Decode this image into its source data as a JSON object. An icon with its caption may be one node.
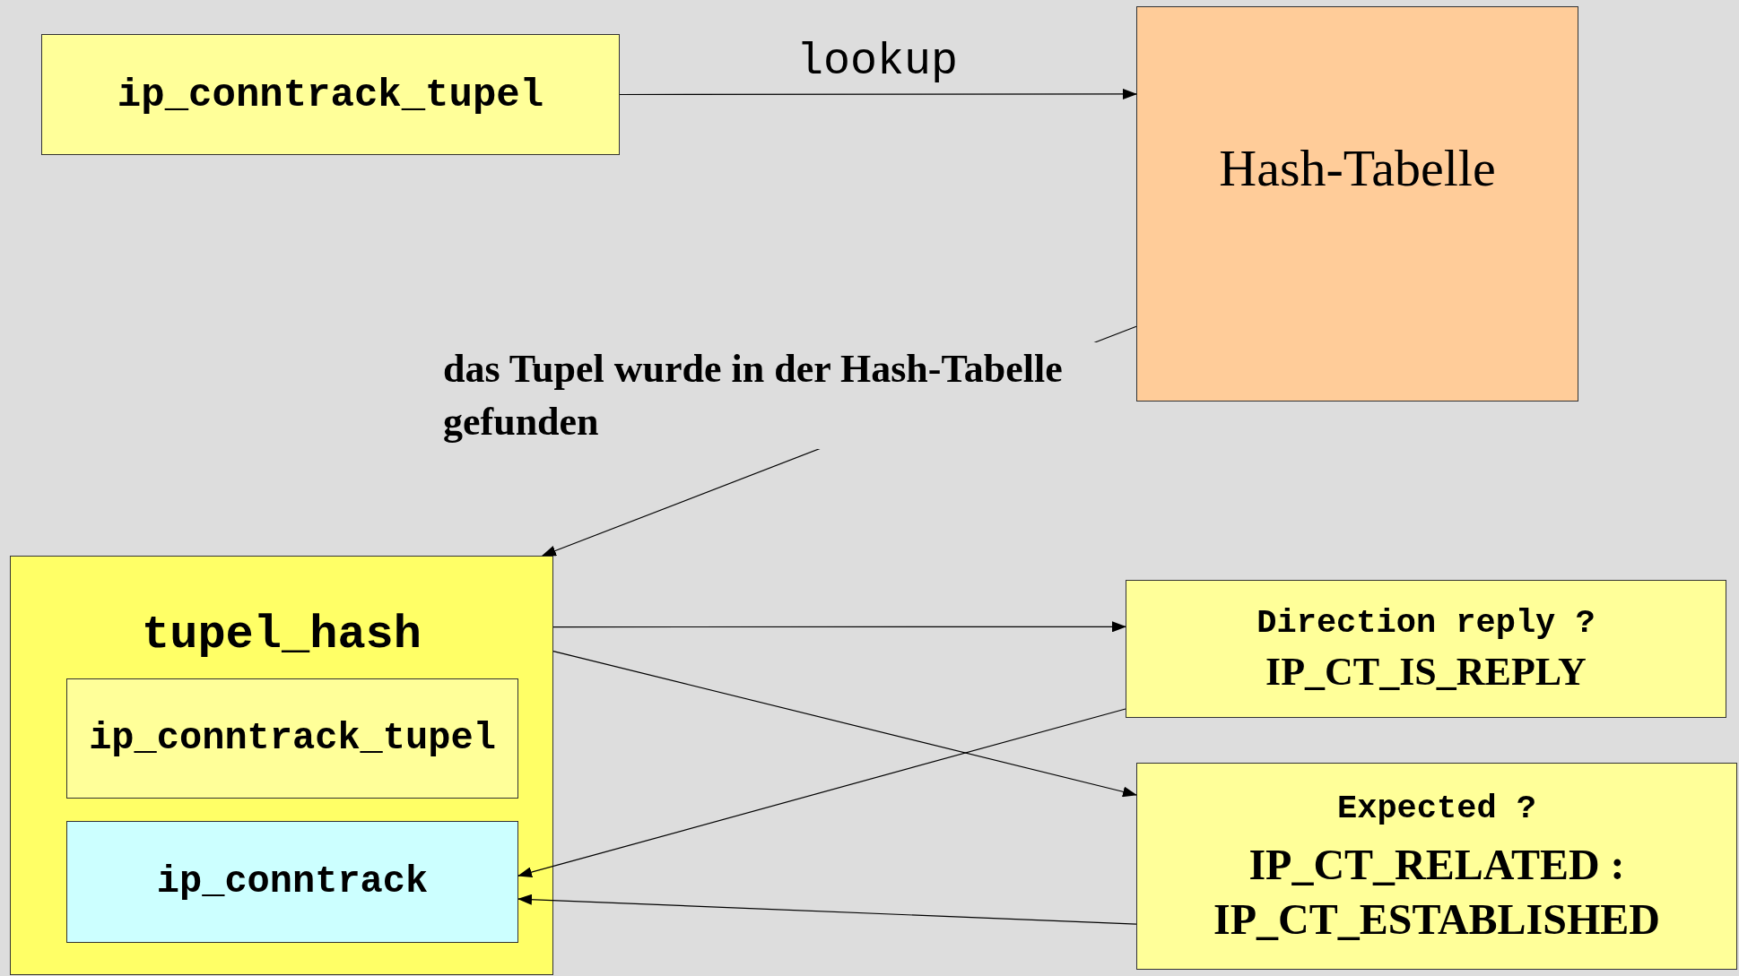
{
  "diagram": {
    "nodes": [
      {
        "text": [
          "ip_conntrack_tupel"
        ]
      },
      {
        "text": [
          "Hash-Tabelle"
        ]
      },
      {
        "text": [
          "tupel_hash"
        ]
      },
      {
        "text": [
          "ip_conntrack_tupel"
        ],
        "in": 2
      },
      {
        "text": [
          "ip_conntrack"
        ],
        "in": 2
      },
      {
        "text": [
          "Direction reply ?",
          "IP_CT_IS_REPLY"
        ]
      },
      {
        "text": [
          "Expected ?",
          "IP_CT_RELATED :",
          "IP_CT_ESTABLISHED"
        ]
      }
    ],
    "edges": [
      {
        "from": 0,
        "to": 1,
        "arrow": "to",
        "label": "lookup"
      },
      {
        "from": 1,
        "to": 2,
        "arrow": "to",
        "label": "das Tupel wurde in der Hash-Tabelle gefunden"
      },
      {
        "from": 2,
        "to": 5,
        "arrow": "to"
      },
      {
        "from": 2,
        "to": 6,
        "arrow": "to"
      },
      {
        "from": 5,
        "to": 4,
        "arrow": "to"
      },
      {
        "from": 6,
        "to": 4,
        "arrow": "to"
      }
    ]
  }
}
